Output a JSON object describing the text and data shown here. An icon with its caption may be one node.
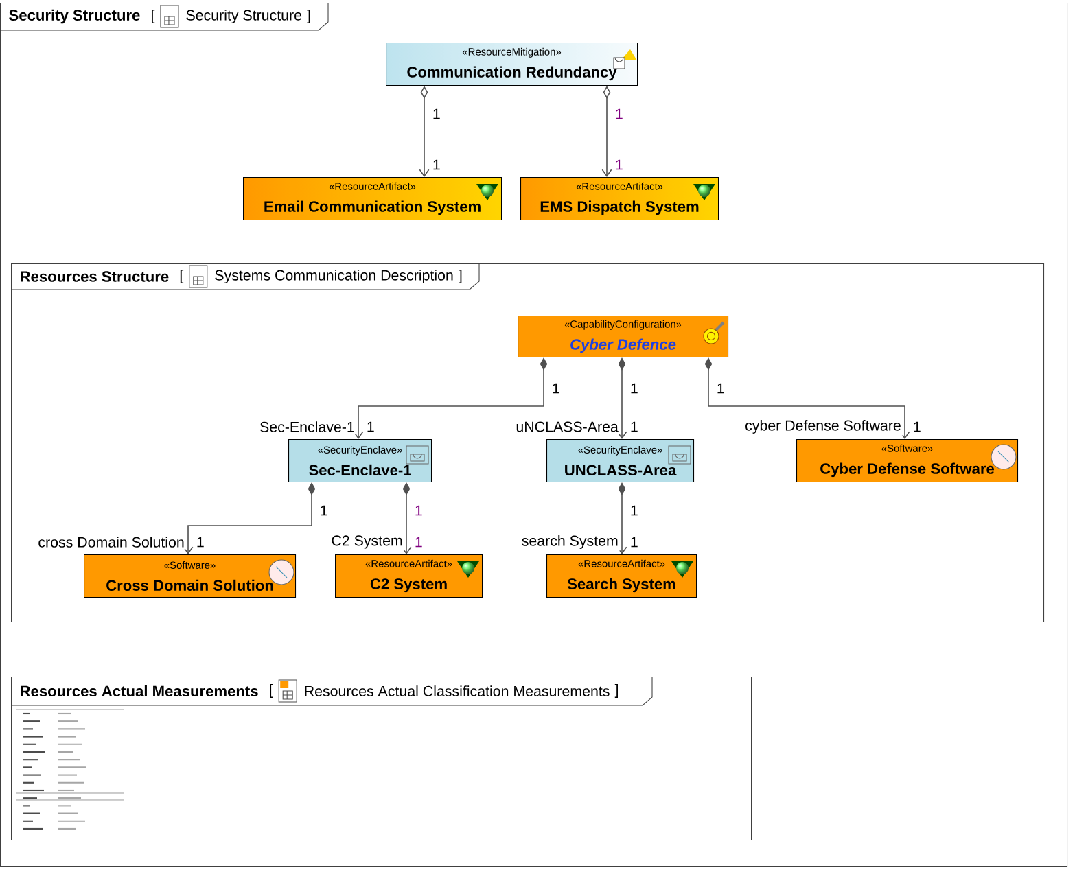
{
  "diagram": {
    "nodes": [
      {
        "text": [
          "Security Structure",
          "[",
          "Security Structure",
          "]"
        ]
      },
      {
        "text": [
          "«ResourceMitigation»",
          "Communication Redundancy"
        ],
        "in": 0
      },
      {
        "text": [
          "«ResourceArtifact»",
          "Email Communication System"
        ],
        "in": 0
      },
      {
        "text": [
          "«ResourceArtifact»",
          "EMS Dispatch System"
        ],
        "in": 0
      },
      {
        "text": [
          "Resources Structure",
          "[",
          "Systems Communication Description",
          "]"
        ],
        "in": 0
      },
      {
        "text": [
          "«CapabilityConfiguration»",
          "Cyber Defence"
        ],
        "in": 4
      },
      {
        "text": [
          "«SecurityEnclave»",
          "Sec-Enclave-1"
        ],
        "in": 4
      },
      {
        "text": [
          "«SecurityEnclave»",
          "UNCLASS-Area"
        ],
        "in": 4
      },
      {
        "text": [
          "«Software»",
          "Cyber Defense Software"
        ],
        "in": 4
      },
      {
        "text": [
          "«Software»",
          "Cross Domain Solution"
        ],
        "in": 4
      },
      {
        "text": [
          "«ResourceArtifact»",
          "C2 System"
        ],
        "in": 4
      },
      {
        "text": [
          "«ResourceArtifact»",
          "Search System"
        ],
        "in": 4
      },
      {
        "text": [
          "Resources Actual Measurements",
          "[",
          "Resources Actual Classification Measurements",
          "]"
        ],
        "in": 0
      }
    ],
    "edges": [
      {
        "from": 1,
        "to": 2,
        "arrow": "to"
      },
      {
        "from": 1,
        "to": 3,
        "arrow": "to"
      },
      {
        "from": 5,
        "to": 6,
        "arrow": "to",
        "label": "Sec-Enclave-1"
      },
      {
        "from": 5,
        "to": 7,
        "arrow": "to",
        "label": "uNCLASS-Area"
      },
      {
        "from": 5,
        "to": 8,
        "arrow": "to",
        "label": "cyber Defense Software"
      },
      {
        "from": 6,
        "to": 9,
        "arrow": "to",
        "label": "cross Domain Solution"
      },
      {
        "from": 6,
        "to": 10,
        "arrow": "to",
        "label": "C2 System"
      },
      {
        "from": 7,
        "to": 11,
        "arrow": "to",
        "label": "search System"
      }
    ],
    "labels": [
      "1",
      "1",
      "1",
      "1",
      "1",
      "1",
      "1",
      "1",
      "1",
      "1",
      "1",
      "1",
      "1",
      "1",
      "1",
      "1"
    ]
  }
}
